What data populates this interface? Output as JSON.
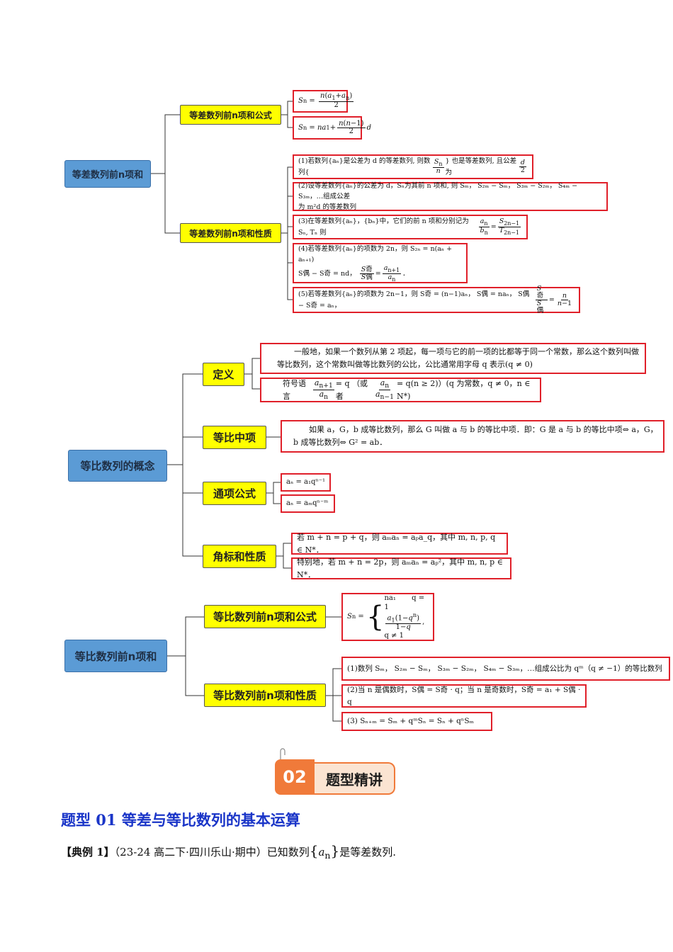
{
  "map1": {
    "root": "等差数列前n项和",
    "branch_formula": "等差数列前n项和公式",
    "branch_property": "等差数列前n项和性质",
    "p1_text": "(1)若数列{aₙ}是公差为 d 的等差数列, 则数列{",
    "p1_tail": "} 也是等差数列, 且公差为",
    "p2_text": "(2)设等差数列{aₙ}的公差为 d，Sₙ为其前 n 项和, 则 Sₘ， S₂ₘ − Sₘ， S₃ₘ − S₂ₘ， S₄ₘ − S₃ₘ，…组成公差",
    "p2_line2": "为 m²d 的等差数列",
    "p3_text": "(3)在等差数列{aₙ}，{bₙ}中，它们的前 n 项和分别记为 Sₙ, Tₙ 则",
    "p4_line1": "(4)若等差数列{aₙ}的项数为 2n，则 S₂ₙ = n(aₙ + aₙ₊₁)",
    "p4_line2a": "S偶 − S奇 = nd，",
    "p5_text": "(5)若等差数列{aₙ}的项数为 2n−1，则 S奇 = (n−1)aₙ， S偶 = naₙ， S偶 − S奇 = aₙ，"
  },
  "map2": {
    "root": "等比数列的概念",
    "b_def": "定义",
    "b_mid": "等比中项",
    "b_gen": "通项公式",
    "b_idx": "角标和性质",
    "def1_line1": "一般地，如果一个数列从第 2 项起，每一项与它的前一项的比都等于同一个常数，那么这个数列叫做",
    "def1_line2": "等比数列，这个常数叫做等比数列的公比，公比通常用字母 q 表示(q ≠ 0)",
    "def2_pre": "符号语言",
    "def2_mid": "= q （或者",
    "def2_tail": "= q(n ≥ 2)）(q 为常数，q ≠ 0，n ∈ N*)",
    "mid_line1": "如果 a，G，b 成等比数列，那么 G 叫做 a 与 b 的等比中项．即：G 是 a 与 b 的等比中项⇔ a，G，",
    "mid_line2": "b 成等比数列⇔ G² = ab．",
    "gen1": "aₙ = a₁qⁿ⁻¹",
    "gen2": "aₙ = aₘqⁿ⁻ᵐ",
    "idx1": "若 m + n = p + q，则 aₘaₙ = aₚa_q，其中 m, n, p, q ∈ N*．",
    "idx2": "特别地，若 m + n = 2p，则 aₘaₙ = aₚ²，其中 m, n, p ∈ N*．"
  },
  "map3": {
    "root": "等比数列前n项和",
    "b_formula": "等比数列前n项和公式",
    "b_property": "等比数列前n项和性质",
    "f_case1": "na₁",
    "f_cond1": "q = 1",
    "f_cond2": ", q ≠ 1",
    "prop1": "(1)数列 Sₘ， S₂ₘ − Sₘ， S₃ₘ − S₂ₘ， S₄ₘ − S₃ₘ，…组成公比为 qᵐ（q ≠ −1）的等比数列",
    "prop2": "(2)当 n 是偶数时，S偶 = S奇 · q；当 n 是奇数时，S奇 = a₁ + S偶 · q",
    "prop3": "(3) Sₙ₊ₘ = Sₘ + qᵐSₙ = Sₙ + qⁿSₘ"
  },
  "badge": {
    "num": "02",
    "label": "题型精讲"
  },
  "section_title": "题型 01  等差与等比数列的基本运算",
  "example": {
    "tag": "【典例 1】",
    "source": "（23-24 高二下·四川乐山·期中）已知数列",
    "tail": "是等差数列."
  },
  "colors": {
    "root_fill": "#5b9bd5",
    "branch_fill": "#ffff00",
    "leaf_border": "#e0202a",
    "section_blue": "#1a35c8",
    "badge_orange": "#f07a3a"
  }
}
